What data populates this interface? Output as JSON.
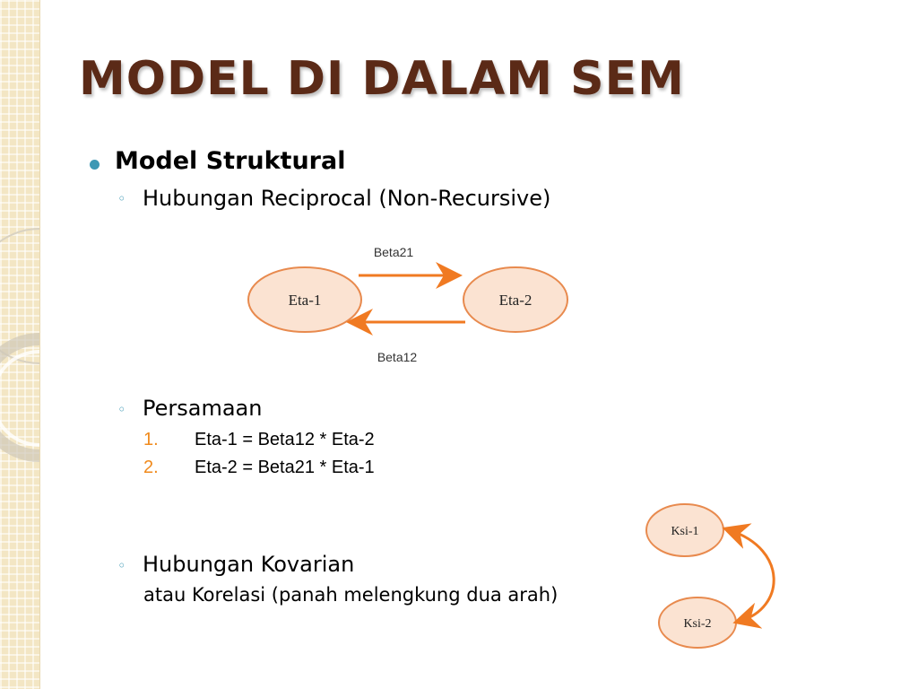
{
  "title": "MODEL DI DALAM SEM",
  "bullets": {
    "model_struktural": "Model Struktural",
    "reciprocal": "Hubungan Reciprocal (Non-Recursive)",
    "persamaan": "Persamaan",
    "kovarian": "Hubungan Kovarian",
    "kovarian_note": "atau Korelasi (panah melengkung dua arah)"
  },
  "sub_bullet_glyph": "◦",
  "equations": [
    {
      "num": "1.",
      "text": "Eta-1 = Beta12 * Eta-2"
    },
    {
      "num": "2.",
      "text": "Eta-2 = Beta21 * Eta-1"
    }
  ],
  "reciprocal_diagram": {
    "node_left": "Eta-1",
    "node_right": "Eta-2",
    "arrow_top_label": "Beta21",
    "arrow_bottom_label": "Beta12"
  },
  "covariance_diagram": {
    "node_top": "Ksi-1",
    "node_bottom": "Ksi-2"
  },
  "colors": {
    "title": "#5b2a17",
    "bullet": "#3d98b4",
    "numbering": "#f08a1c",
    "arrow": "#f07a22",
    "node_fill": "#fbe3d2",
    "node_stroke": "#e88a4e"
  }
}
